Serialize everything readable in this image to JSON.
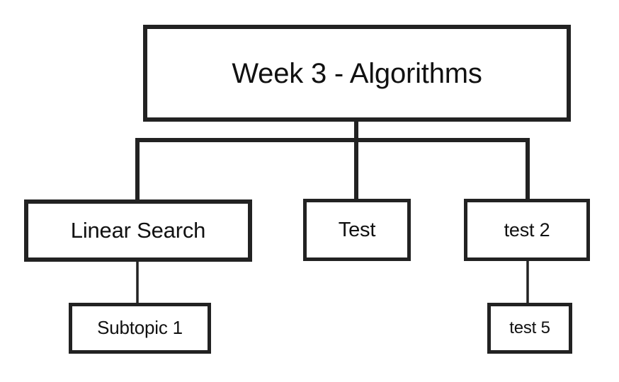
{
  "diagram": {
    "type": "tree",
    "title": "Week 3 - Algorithms",
    "background_color": "#ffffff",
    "stroke_color": "#222222",
    "text_color": "#111111",
    "nodes": {
      "root": {
        "label": "Week 3 - Algorithms"
      },
      "level2": [
        {
          "label": "Linear Search"
        },
        {
          "label": "Test"
        },
        {
          "label": "test 2"
        }
      ],
      "level3": [
        {
          "label": "Subtopic 1",
          "parent": "Linear Search"
        },
        {
          "label": "test 5",
          "parent": "test 2"
        }
      ]
    },
    "edges": [
      {
        "from": "Week 3 - Algorithms",
        "to": "Linear Search"
      },
      {
        "from": "Week 3 - Algorithms",
        "to": "Test"
      },
      {
        "from": "Week 3 - Algorithms",
        "to": "test 2"
      },
      {
        "from": "Linear Search",
        "to": "Subtopic 1"
      },
      {
        "from": "test 2",
        "to": "test 5"
      }
    ]
  }
}
